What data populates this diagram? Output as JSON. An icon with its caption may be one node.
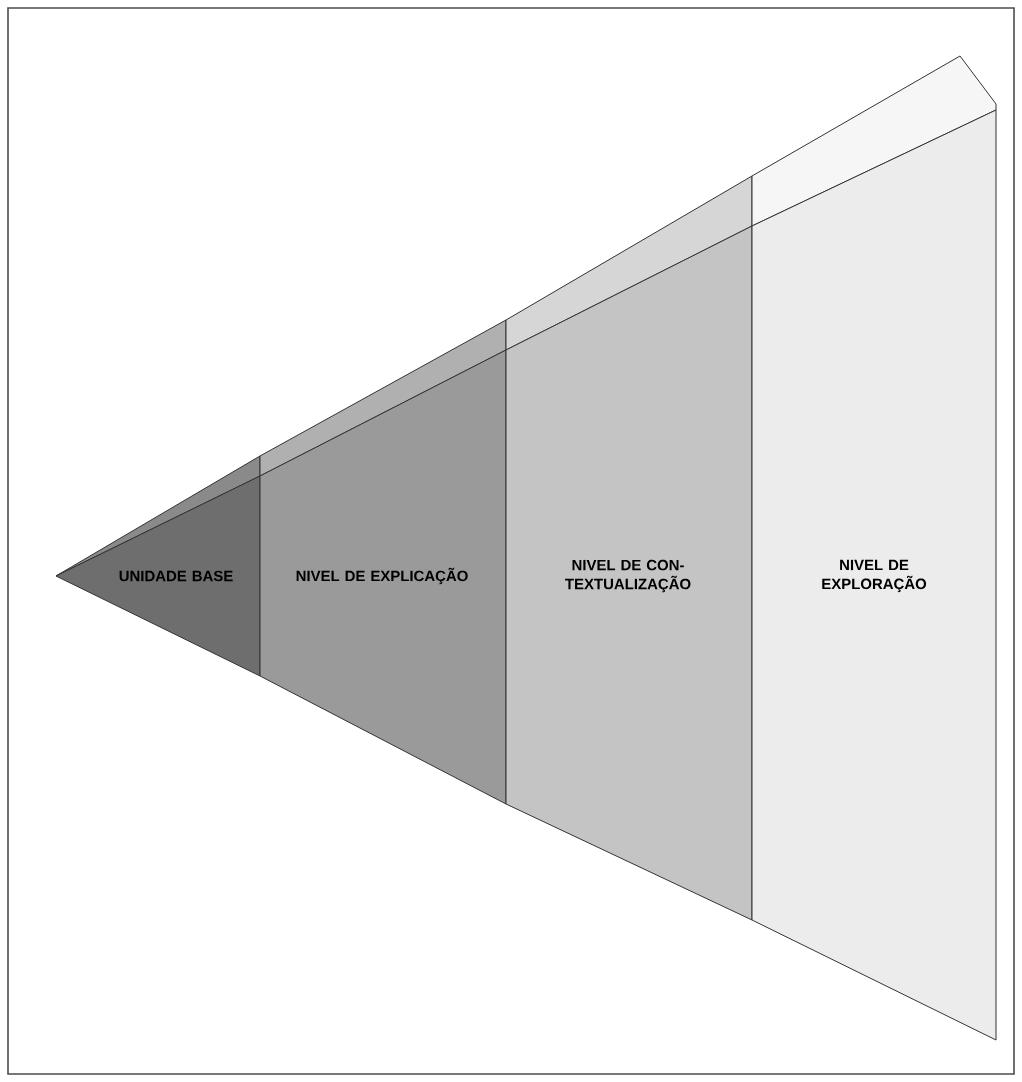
{
  "diagram": {
    "nodes": [
      {
        "text": [
          "UNIDADE BASE"
        ]
      },
      {
        "text": [
          "NIVEL DE EXPLICAÇÃO"
        ]
      },
      {
        "text": [
          "NIVEL DE CON-TEXTUALIZAÇÃO"
        ]
      },
      {
        "text": [
          "NIVEL DE EXPLORAÇÃO"
        ]
      }
    ]
  }
}
